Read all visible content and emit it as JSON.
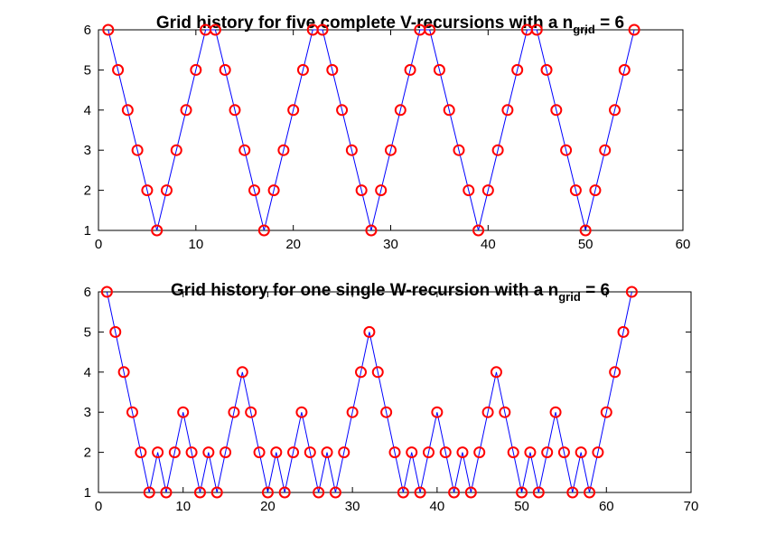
{
  "chart_data": [
    {
      "type": "line",
      "title": "Grid history for five complete V-recursions with a n",
      "title_subscript": "grid",
      "title_suffix": " = 6",
      "xlabel": "",
      "ylabel": "",
      "xlim": [
        0,
        60
      ],
      "ylim": [
        1,
        6
      ],
      "xticks": [
        0,
        10,
        20,
        30,
        40,
        50,
        60
      ],
      "yticks": [
        1,
        2,
        3,
        4,
        5,
        6
      ],
      "grid": false,
      "line_color": "#0000ff",
      "marker_color": "#ff0000",
      "marker": "circle",
      "x": [
        1,
        2,
        3,
        4,
        5,
        6,
        7,
        8,
        9,
        10,
        11,
        12,
        13,
        14,
        15,
        16,
        17,
        18,
        19,
        20,
        21,
        22,
        23,
        24,
        25,
        26,
        27,
        28,
        29,
        30,
        31,
        32,
        33,
        34,
        35,
        36,
        37,
        38,
        39,
        40,
        41,
        42,
        43,
        44,
        45,
        46,
        47,
        48,
        49,
        50,
        51,
        52,
        53,
        54,
        55
      ],
      "y": [
        6,
        5,
        4,
        3,
        2,
        1,
        2,
        3,
        4,
        5,
        6,
        6,
        5,
        4,
        3,
        2,
        1,
        2,
        3,
        4,
        5,
        6,
        6,
        5,
        4,
        3,
        2,
        1,
        2,
        3,
        4,
        5,
        6,
        6,
        5,
        4,
        3,
        2,
        1,
        2,
        3,
        4,
        5,
        6,
        6,
        5,
        4,
        3,
        2,
        1,
        2,
        3,
        4,
        5,
        6
      ]
    },
    {
      "type": "line",
      "title": "Grid history for one single W-recursion with a n",
      "title_subscript": "grid",
      "title_suffix": " = 6",
      "xlabel": "",
      "ylabel": "",
      "xlim": [
        0,
        70
      ],
      "ylim": [
        1,
        6
      ],
      "xticks": [
        0,
        10,
        20,
        30,
        40,
        50,
        60,
        70
      ],
      "yticks": [
        1,
        2,
        3,
        4,
        5,
        6
      ],
      "grid": false,
      "line_color": "#0000ff",
      "marker_color": "#ff0000",
      "marker": "circle",
      "x": [
        1,
        2,
        3,
        4,
        5,
        6,
        7,
        8,
        9,
        10,
        11,
        12,
        13,
        14,
        15,
        16,
        17,
        18,
        19,
        20,
        21,
        22,
        23,
        24,
        25,
        26,
        27,
        28,
        29,
        30,
        31,
        32,
        33,
        34,
        35,
        36,
        37,
        38,
        39,
        40,
        41,
        42,
        43,
        44,
        45,
        46,
        47,
        48,
        49,
        50,
        51,
        52,
        53,
        54,
        55,
        56,
        57,
        58,
        59,
        60,
        61,
        62,
        63
      ],
      "y": [
        6,
        5,
        4,
        3,
        2,
        1,
        2,
        1,
        2,
        3,
        2,
        1,
        2,
        1,
        2,
        3,
        4,
        3,
        2,
        1,
        2,
        1,
        2,
        3,
        2,
        1,
        2,
        1,
        2,
        3,
        4,
        5,
        4,
        3,
        2,
        1,
        2,
        1,
        2,
        3,
        2,
        1,
        2,
        1,
        2,
        3,
        4,
        3,
        2,
        1,
        2,
        1,
        2,
        3,
        2,
        1,
        2,
        1,
        2,
        3,
        4,
        5,
        6
      ]
    }
  ]
}
